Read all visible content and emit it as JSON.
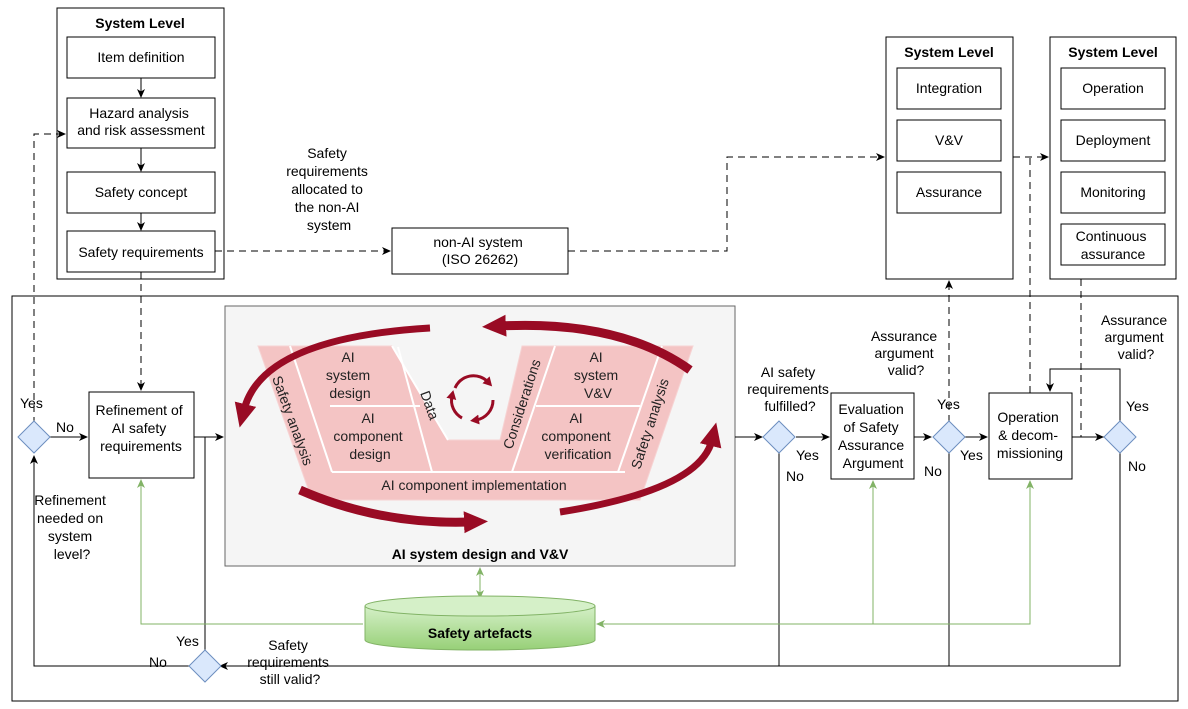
{
  "colors": {
    "line": "#000000",
    "green": "#82b366",
    "green_fill": "#b9e0a5",
    "v_fill": "#f4c4c4",
    "arrow_red": "#990b24",
    "diamond_fill": "#dae8fc",
    "diamond_stroke": "#6c8ebf",
    "panel_fill": "#f5f5f5"
  },
  "system_level_left": {
    "title": "System Level",
    "items": [
      "Item definition",
      "Hazard analysis and risk assessment",
      "Safety concept",
      "Safety requirements"
    ],
    "item_lines": [
      [
        "Item definition"
      ],
      [
        "Hazard analysis",
        "and risk assessment"
      ],
      [
        "Safety concept"
      ],
      [
        "Safety requirements"
      ]
    ]
  },
  "allocation_label": [
    "Safety",
    "requirements",
    "allocated to",
    "the non-AI",
    "system"
  ],
  "non_ai_box": [
    "non-AI system",
    "(ISO 26262)"
  ],
  "system_level_mid": {
    "title": "System Level",
    "items": [
      "Integration",
      "V&V",
      "Assurance"
    ]
  },
  "system_level_right": {
    "title": "System Level",
    "items": [
      "Operation",
      "Deployment",
      "Monitoring",
      "Continuous assurance"
    ],
    "item_lines": [
      [
        "Operation"
      ],
      [
        "Deployment"
      ],
      [
        "Monitoring"
      ],
      [
        "Continuous",
        "assurance"
      ]
    ]
  },
  "refinement_box": [
    "Refinement of",
    "AI safety",
    "requirements"
  ],
  "v_model": {
    "caption": "AI system design and V&V",
    "safety_analysis_left": "Safety analysis",
    "ai_system_design": [
      "AI",
      "system",
      "design"
    ],
    "data": "Data",
    "ai_component_design": [
      "AI",
      "component",
      "design"
    ],
    "considerations": "Considerations",
    "ai_system_vv": [
      "AI",
      "system",
      "V&V"
    ],
    "ai_component_verification": [
      "AI",
      "component",
      "verification"
    ],
    "safety_analysis_right": "Safety analysis",
    "implementation": "AI component implementation"
  },
  "ai_fulfilled_question": [
    "AI safety",
    "requirements",
    "fulfilled?"
  ],
  "evaluation_box": [
    "Evaluation",
    "of Safety",
    "Assurance",
    "Argument"
  ],
  "assurance_question_1": [
    "Assurance",
    "argument",
    "valid?"
  ],
  "operation_box": [
    "Operation",
    "& decom-",
    "missioning"
  ],
  "assurance_question_2": [
    "Assurance",
    "argument",
    "valid?"
  ],
  "refinement_question": [
    "Refinement",
    "needed on",
    "system",
    "level?"
  ],
  "still_valid_question": [
    "Safety",
    "requirements",
    "still valid?"
  ],
  "safety_artefacts": "Safety artefacts",
  "labels": {
    "yes": "Yes",
    "no": "No"
  }
}
